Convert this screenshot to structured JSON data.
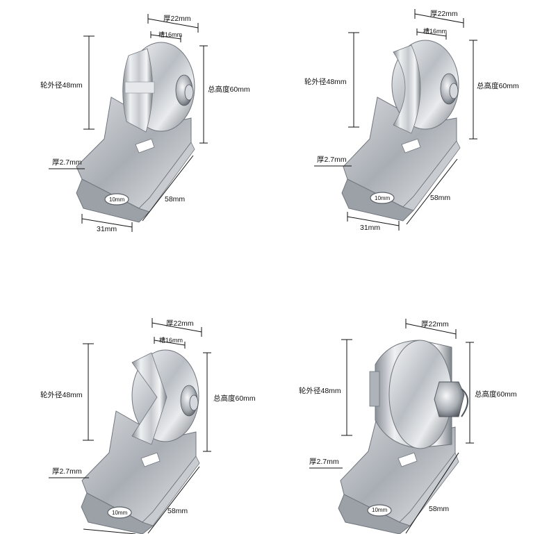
{
  "products": [
    {
      "wheel_type": "H-groove",
      "labels": {
        "thickness": "厚22mm",
        "groove": "槽16mm",
        "outer_diameter": "轮外径48mm",
        "total_height": "总高度60mm",
        "plate": "厚2.7mm",
        "length": "58mm",
        "width": "31mm",
        "hole": "10mm"
      }
    },
    {
      "wheel_type": "U-groove",
      "labels": {
        "thickness": "厚22mm",
        "groove": "槽16mm",
        "outer_diameter": "轮外径48mm",
        "total_height": "总高度60mm",
        "plate": "厚2.7mm",
        "length": "58mm",
        "width": "31mm",
        "hole": "10mm"
      }
    },
    {
      "wheel_type": "V-groove",
      "labels": {
        "thickness": "厚22mm",
        "groove": "槽16mm",
        "outer_diameter": "轮外径48mm",
        "total_height": "总高度60mm",
        "plate": "厚2.7mm",
        "length": "58mm",
        "hole": "10mm"
      }
    },
    {
      "wheel_type": "flat",
      "labels": {
        "thickness": "厚22mm",
        "outer_diameter": "轮外径48mm",
        "total_height": "总高度60mm",
        "plate": "厚2.7mm",
        "length": "58mm",
        "hole": "10mm"
      }
    }
  ],
  "colors": {
    "metal_light": "#eef0f2",
    "metal_mid": "#c5c9ce",
    "metal_dark": "#7d838a",
    "line": "#111111"
  }
}
